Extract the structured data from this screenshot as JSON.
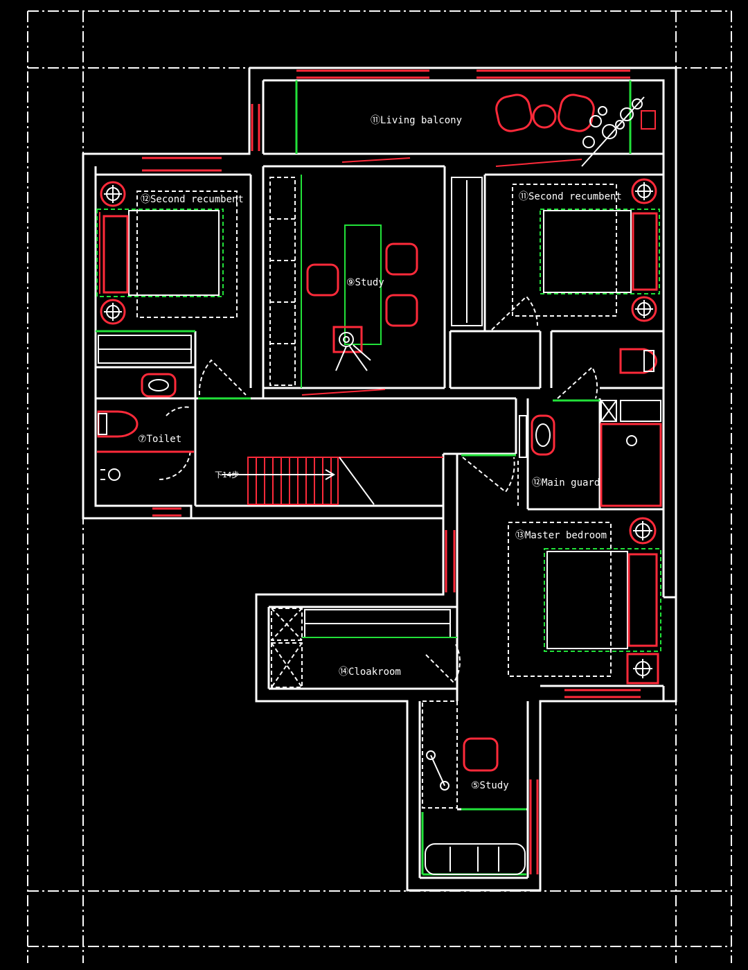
{
  "rooms": {
    "living_balcony": "⑪Living balcony",
    "second_recumbent_left": "⑫Second recumbent",
    "study_top": "⑨Study",
    "second_recumbent_right": "⑪Second recumbent",
    "toilet": "⑦Toilet",
    "main_guard": "⑫Main guard",
    "master_bedroom": "⑬Master bedroom",
    "cloakroom": "⑭Cloakroom",
    "study_bottom": "⑤Study"
  },
  "stair_note": "下14步",
  "colors": {
    "background": "#000000",
    "wall": "#ffffff",
    "furniture_red": "#ff2a3a",
    "outline_green": "#22e23a"
  }
}
